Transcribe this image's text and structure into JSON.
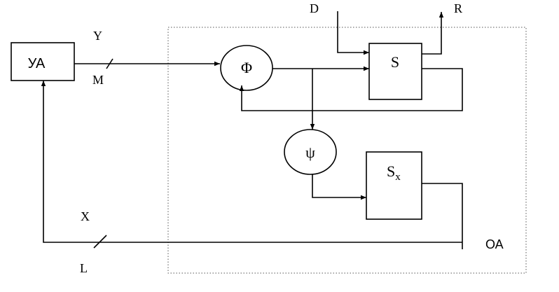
{
  "diagram": {
    "blocks": {
      "control_unit": "УА",
      "operational_unit": "ОА",
      "phi": "Φ",
      "psi": "ψ",
      "state_s": "S",
      "state_sx_main": "S",
      "state_sx_sub": "x"
    },
    "signals": {
      "y": "Y",
      "m": "M",
      "x": "X",
      "l": "L",
      "d": "D",
      "r": "R"
    }
  }
}
